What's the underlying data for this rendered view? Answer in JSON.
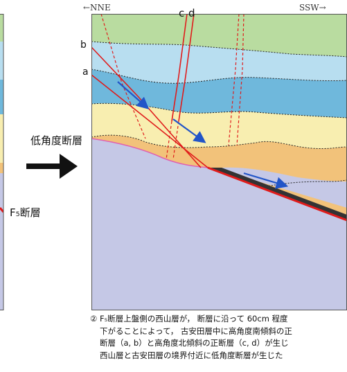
{
  "labels": {
    "dir_left": "←NNE",
    "dir_right": "SSW→",
    "faults_cd": "c  d",
    "fault_b": "b",
    "fault_a": "a",
    "low_angle_fault": "低角度断層",
    "f5_fault": "F₅断層"
  },
  "caption": {
    "line1": "② F₅断層上盤側の西山層が， 断層に沿って 60cm 程度",
    "line2": "下がることによって， 古安田層中に高角度南傾斜の正",
    "line3": "断層（a, b）と高角度北傾斜の正断層（c, d）が生じ",
    "line4": "西山層と古安田層の境界付近に低角度断層が生じた"
  },
  "colors": {
    "green_layer": "#b9dca0",
    "light_blue_layer": "#b8def0",
    "blue_layer": "#6fb8dc",
    "yellow_layer": "#f8eeb0",
    "orange_layer": "#f2c27a",
    "basement_layer": "#c5c8e6",
    "fault_red": "#e01b1b",
    "arrow_blue": "#2255c8",
    "pink_line": "#e060b0"
  }
}
